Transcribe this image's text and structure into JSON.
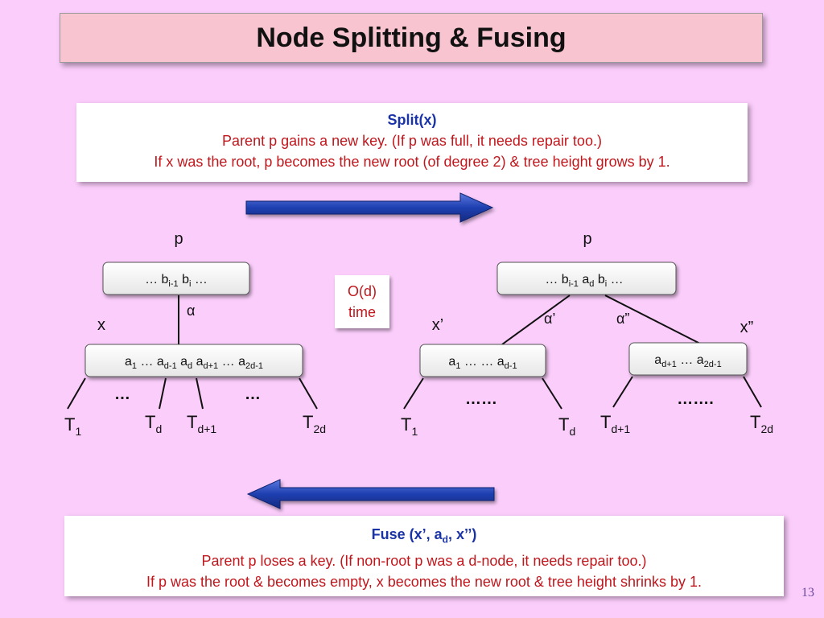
{
  "title": "Node Splitting & Fusing",
  "split": {
    "heading": "Split(x)",
    "line1": "Parent p gains a new key.  (If p was full, it needs repair too.)",
    "line2": "If x was the root, p becomes the new root (of degree 2) & tree height grows by 1."
  },
  "fuse": {
    "heading": "Fuse (x’, a",
    "heading_sub": "d",
    "heading_end": ", x’’)",
    "line1": "Parent p loses a key.  (If non-root p was a d-node, it needs repair too.)",
    "line2": "If p was the root & becomes empty, x becomes the new root & tree height shrinks by 1."
  },
  "complexity": {
    "line1": "O(d)",
    "line2": "time"
  },
  "left_tree": {
    "parent_label": "p",
    "edge_label": "α",
    "child_label": "x",
    "parent_keys": [
      {
        "t": "…  b"
      },
      {
        "s": "i-1",
        "t": ""
      },
      {
        "t": "     b"
      },
      {
        "s": "i",
        "t": ""
      },
      {
        "t": "  …"
      }
    ],
    "child_keys": "a1 … ad-1 ad ad+1 … a2d-1",
    "dots": [
      "…",
      "…"
    ],
    "subtrees": [
      {
        "base": "T",
        "sub": "1"
      },
      {
        "base": "T",
        "sub": "d"
      },
      {
        "base": "T",
        "sub": "d+1"
      },
      {
        "base": "T",
        "sub": "2d"
      }
    ]
  },
  "right_tree": {
    "parent_label": "p",
    "edge_labels": [
      "α’",
      "α”"
    ],
    "child_labels": [
      "x’",
      "x”"
    ],
    "dots": [
      "……",
      "……."
    ],
    "subtrees": [
      {
        "base": "T",
        "sub": "1"
      },
      {
        "base": "T",
        "sub": "d"
      },
      {
        "base": "T",
        "sub": "d+1"
      },
      {
        "base": "T",
        "sub": "2d"
      }
    ]
  },
  "page_number": "13",
  "colors": {
    "background": "#fbcdfb",
    "title_box": "#f7c4cf",
    "arrow": "#1f3fb0",
    "heading_blue": "#1a33a6",
    "text_red": "#c0171d"
  }
}
